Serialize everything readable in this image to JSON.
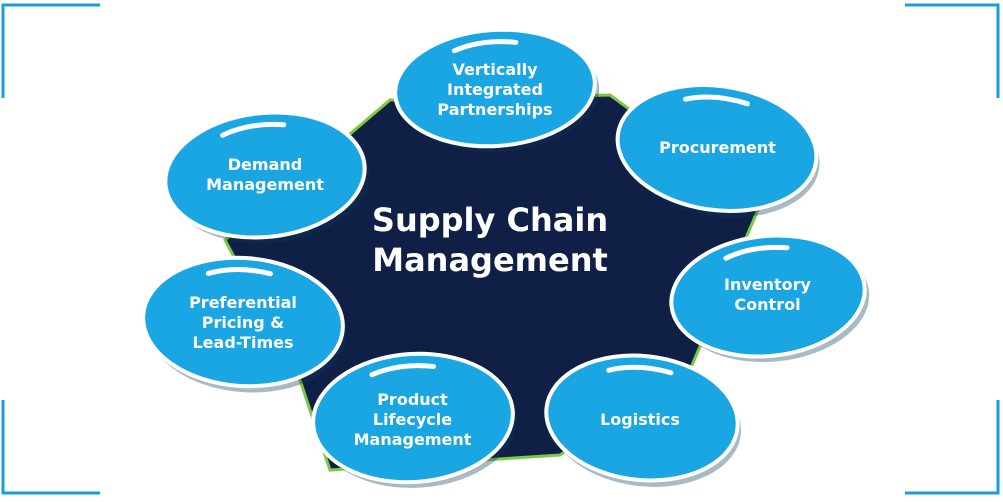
{
  "diagram": {
    "center": {
      "lines": [
        "Supply Chain",
        "Management"
      ]
    },
    "nodes": [
      {
        "id": "vertically-integrated-partnerships",
        "lines": [
          "Vertically",
          "Integrated",
          "Partnerships"
        ]
      },
      {
        "id": "procurement",
        "lines": [
          "Procurement"
        ]
      },
      {
        "id": "inventory-control",
        "lines": [
          "Inventory",
          "Control"
        ]
      },
      {
        "id": "logistics",
        "lines": [
          "Logistics"
        ]
      },
      {
        "id": "product-lifecycle-management",
        "lines": [
          "Product",
          "Lifecycle",
          "Management"
        ]
      },
      {
        "id": "preferential-pricing",
        "lines": [
          "Preferential",
          "Pricing &",
          "Lead-Times"
        ]
      },
      {
        "id": "demand-management",
        "lines": [
          "Demand",
          "Management"
        ]
      }
    ]
  },
  "colors": {
    "center_fill": "#0f1f45",
    "center_stroke": "#7ac943",
    "bubble_fill": "#1aa5e3",
    "bubble_stroke": "#ffffff",
    "frame": "#1a9ed9"
  }
}
